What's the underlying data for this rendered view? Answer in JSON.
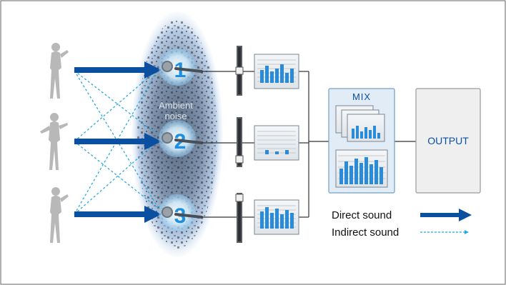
{
  "diagram": {
    "ambient_label_line1": "Ambient",
    "ambient_label_line2": "noise",
    "mic_labels": [
      "1",
      "2",
      "3"
    ],
    "mix_label": "MIX",
    "output_label": "OUTPUT",
    "legend": {
      "direct": "Direct sound",
      "indirect": "Indirect sound"
    }
  },
  "colors": {
    "direct_arrow": "#0a4fa0",
    "indirect_arrow": "#29a8e0",
    "person": "#b8b8b8",
    "mix_box_fill": "#e2ecf6",
    "mix_box_border": "#6e9fcc",
    "output_box_fill": "#efefef",
    "output_box_border": "#9a9a9a",
    "mic_label": "#1d8fe0",
    "text_blue": "#0a4fa0"
  },
  "icons": [
    "singer-figure",
    "presenter-figure",
    "microphone-icon",
    "fader-icon",
    "channel-display-icon",
    "mixer-display-icon"
  ]
}
